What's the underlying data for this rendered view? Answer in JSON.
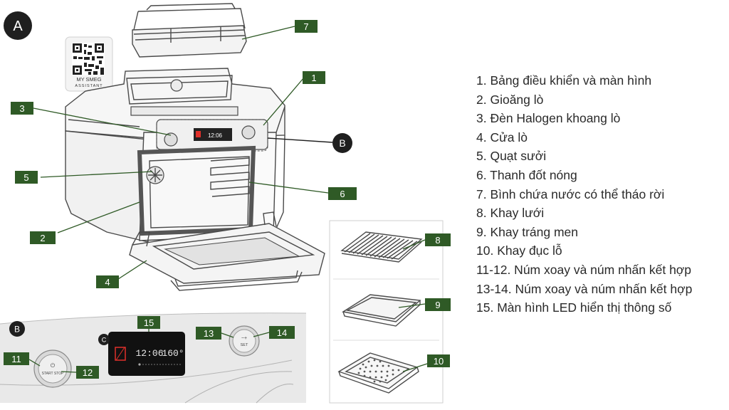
{
  "markers": {
    "a": "A",
    "b": "B",
    "c": "C"
  },
  "qr_caption": {
    "line1": "MY SMEG",
    "line2": "ASSISTANT"
  },
  "tags": {
    "t1": "1",
    "t2": "2",
    "t3": "3",
    "t4": "4",
    "t5": "5",
    "t6": "6",
    "t7": "7",
    "t8": "8",
    "t9": "9",
    "t10": "10",
    "t11": "11",
    "t12": "12",
    "t13": "13",
    "t14": "14",
    "t15": "15"
  },
  "display": {
    "time": "12:06",
    "temp": "160°"
  },
  "knobs": {
    "left_small": "START STOP",
    "right_small": "SET"
  },
  "legend": [
    "1. Bảng điều khiển và màn hình",
    "2. Gioăng lò",
    "3. Đèn Halogen khoang lò",
    "4. Cửa lò",
    "5. Quạt sưởi",
    "6. Thanh đốt nóng",
    "7. Bình chứa nước có thể tháo rời",
    "8. Khay lưới",
    "9. Khay tráng men",
    "10. Khay đục lỗ",
    "11-12. Núm xoay và núm nhấn kết hợp",
    "13-14. Núm xoay và núm nhấn kết hợp",
    "15. Màn hình LED hiển thị thông số"
  ],
  "colors": {
    "tag_green": "#2f5a26",
    "marker_dark": "#1f1f1f",
    "display_red": "#e0302a"
  }
}
